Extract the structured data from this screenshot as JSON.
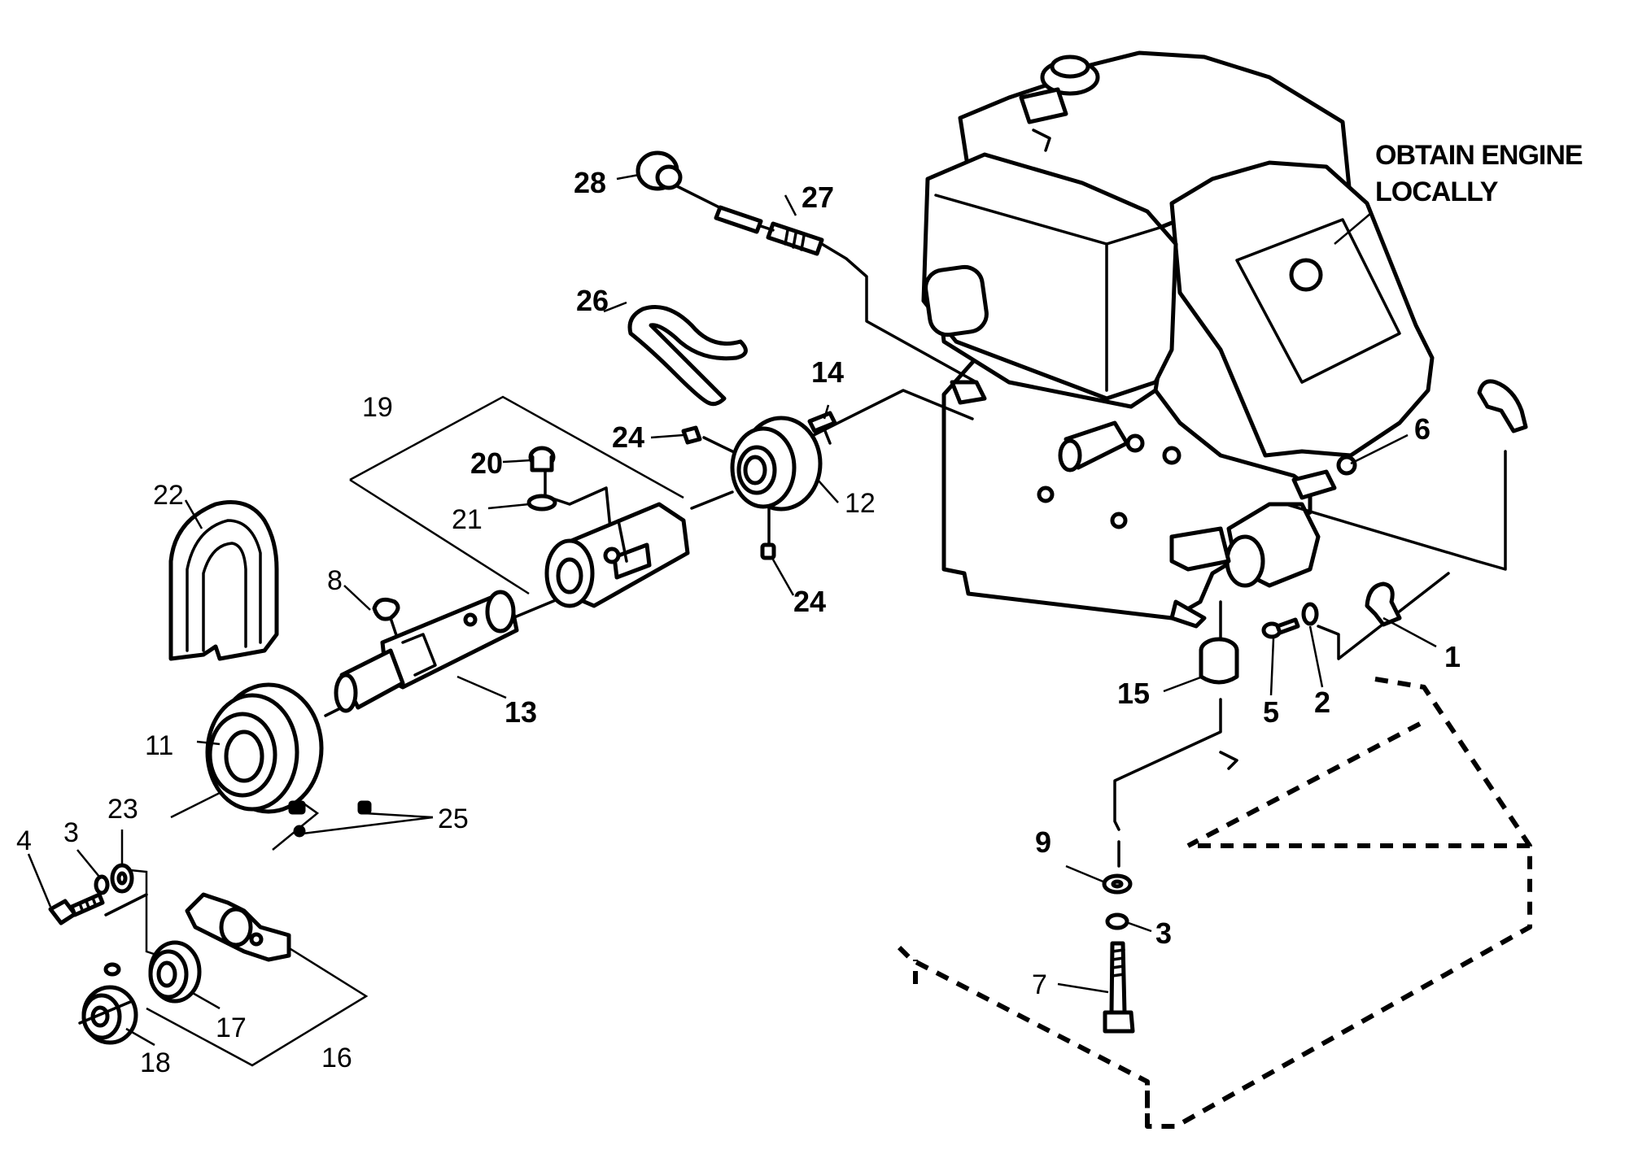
{
  "note": {
    "line1": "OBTAIN ENGINE",
    "line2": "LOCALLY"
  },
  "callouts": [
    {
      "id": "c1",
      "text": "1"
    },
    {
      "id": "c2",
      "text": "2"
    },
    {
      "id": "c3a",
      "text": "3"
    },
    {
      "id": "c3b",
      "text": "3"
    },
    {
      "id": "c4",
      "text": "4"
    },
    {
      "id": "c5",
      "text": "5"
    },
    {
      "id": "c6",
      "text": "6"
    },
    {
      "id": "c7",
      "text": "7"
    },
    {
      "id": "c8",
      "text": "8"
    },
    {
      "id": "c9",
      "text": "9"
    },
    {
      "id": "c11",
      "text": "11"
    },
    {
      "id": "c12",
      "text": "12"
    },
    {
      "id": "c13",
      "text": "13"
    },
    {
      "id": "c14",
      "text": "14"
    },
    {
      "id": "c15",
      "text": "15"
    },
    {
      "id": "c16",
      "text": "16"
    },
    {
      "id": "c17",
      "text": "17"
    },
    {
      "id": "c18",
      "text": "18"
    },
    {
      "id": "c19",
      "text": "19"
    },
    {
      "id": "c20",
      "text": "20"
    },
    {
      "id": "c21",
      "text": "21"
    },
    {
      "id": "c22",
      "text": "22"
    },
    {
      "id": "c23",
      "text": "23"
    },
    {
      "id": "c24a",
      "text": "24"
    },
    {
      "id": "c24b",
      "text": "24"
    },
    {
      "id": "c25",
      "text": "25"
    },
    {
      "id": "c26",
      "text": "26"
    },
    {
      "id": "c27",
      "text": "27"
    },
    {
      "id": "c28",
      "text": "28"
    }
  ]
}
